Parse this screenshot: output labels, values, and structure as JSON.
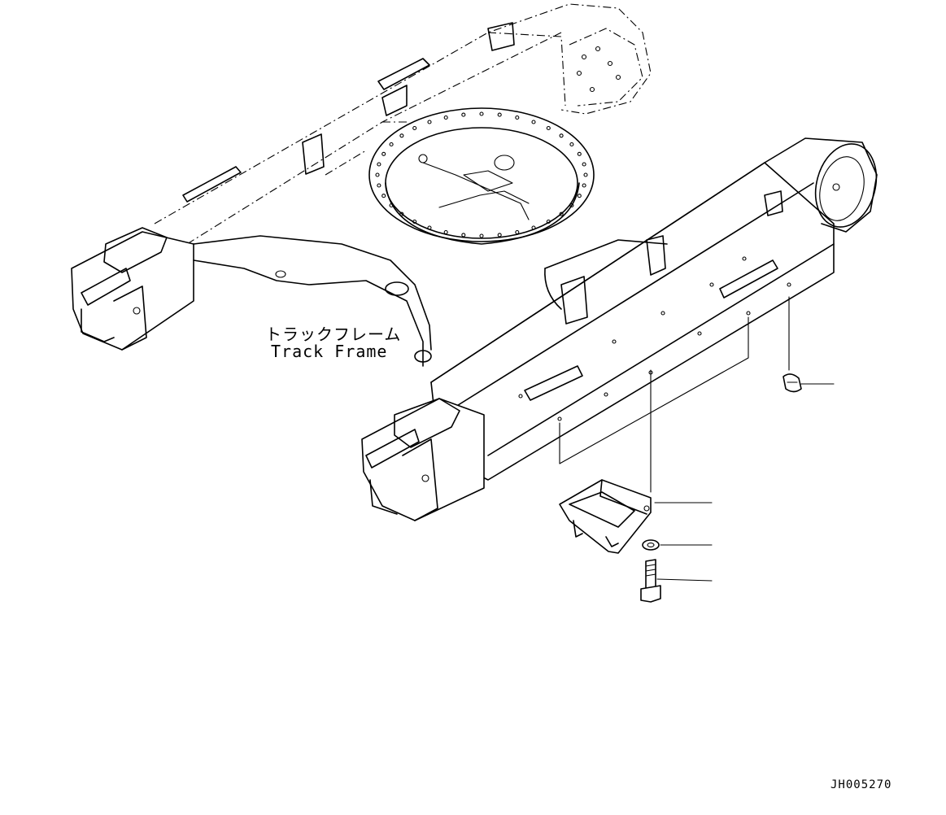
{
  "labels": {
    "track_frame_jp": "トラックフレーム",
    "track_frame_en": "Track Frame",
    "drawing_code": "JH005270"
  },
  "colors": {
    "line": "#000000",
    "background": "#ffffff"
  },
  "parts": [
    {
      "name": "plug",
      "icon": "plug-icon"
    },
    {
      "name": "guard",
      "icon": "guard-icon"
    },
    {
      "name": "washer",
      "icon": "washer-icon"
    },
    {
      "name": "bolt",
      "icon": "bolt-icon"
    }
  ]
}
